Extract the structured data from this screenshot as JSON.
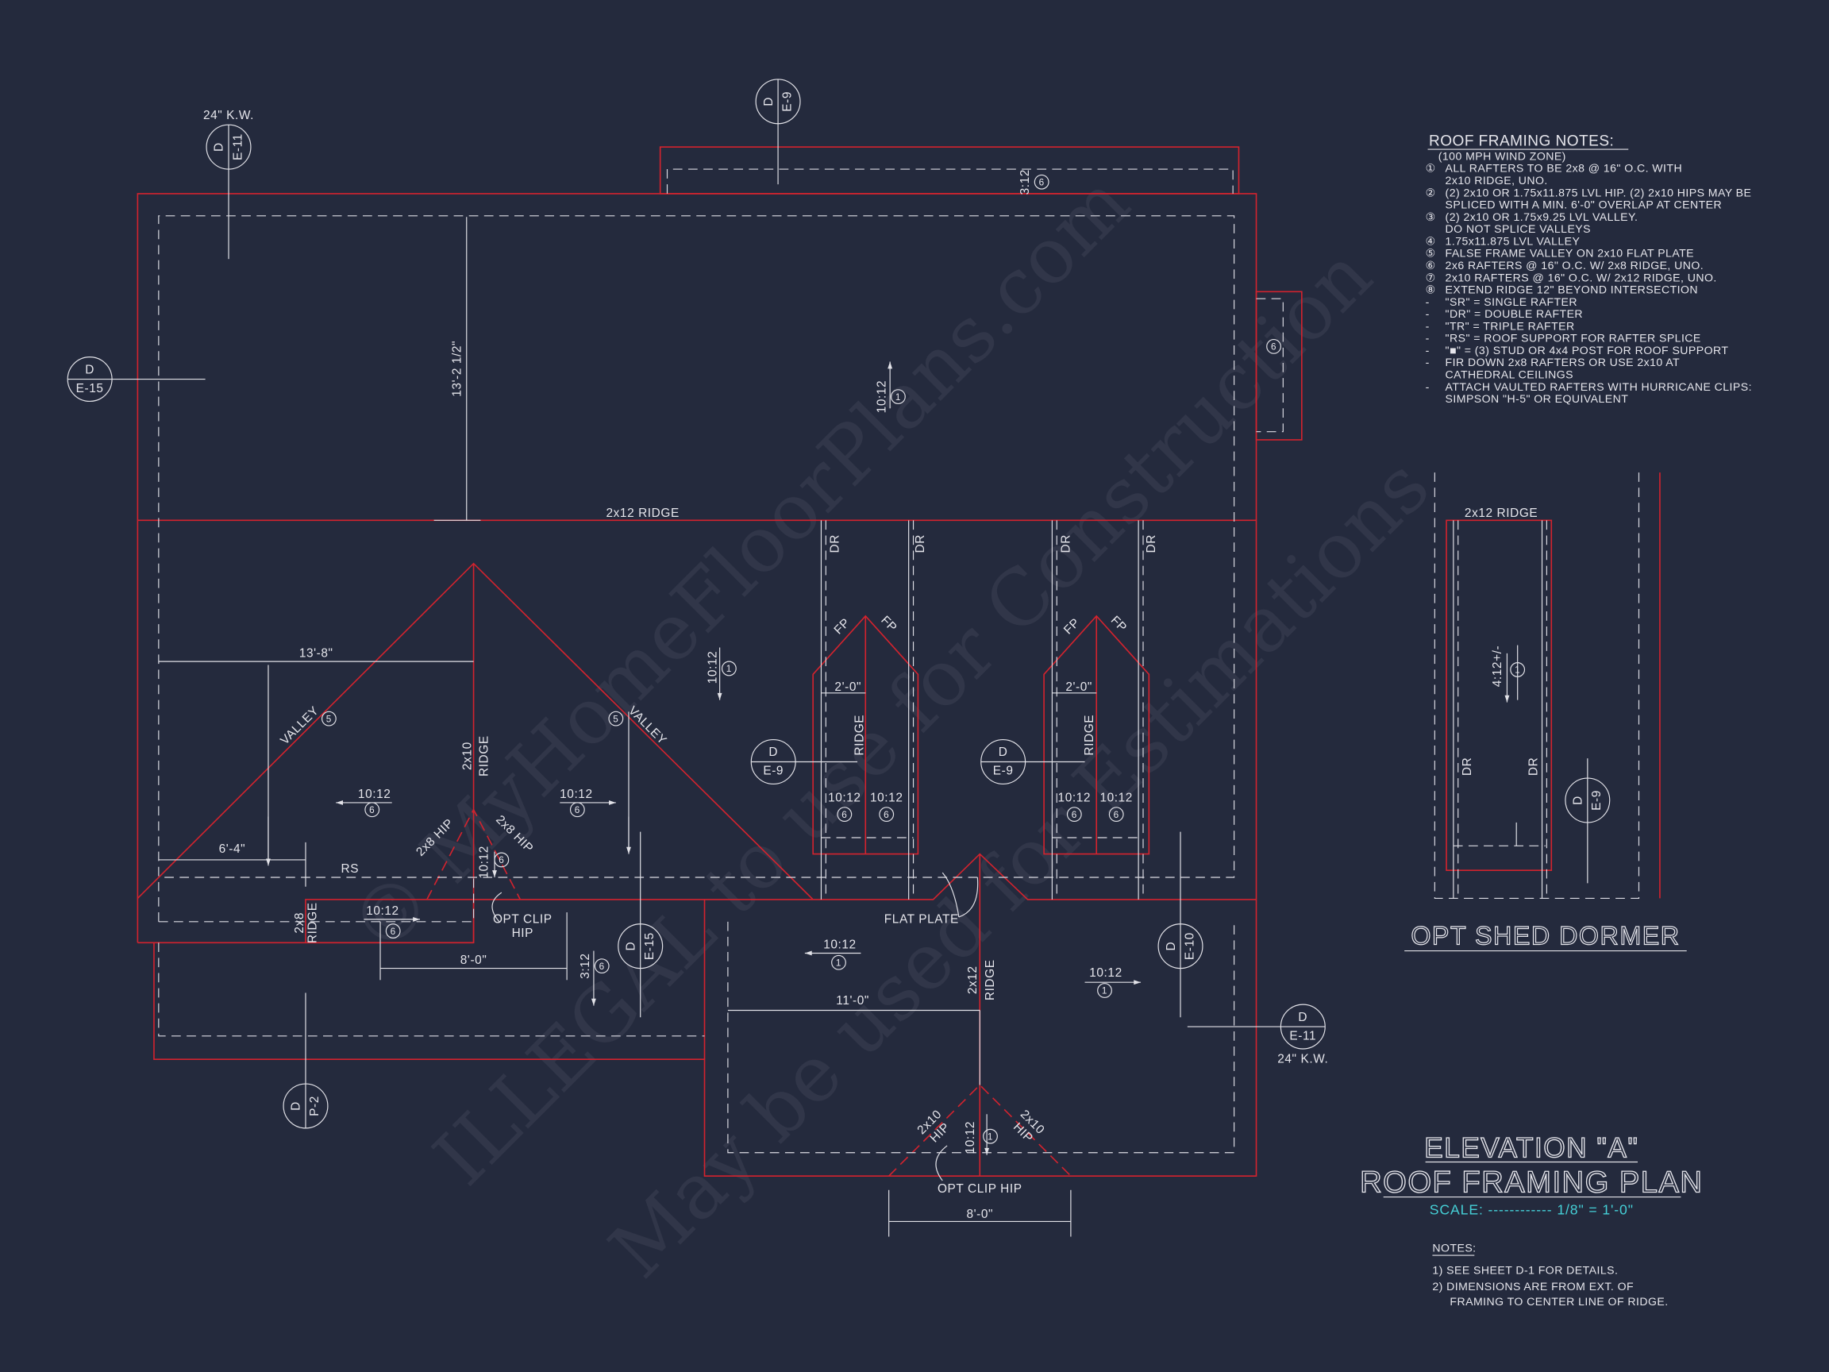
{
  "colors": {
    "background": "#242a3d",
    "roof_outline": "#d3232e",
    "linework": "#e2e2e8",
    "scale_text": "#45cfd6"
  },
  "watermark": [
    "© MyHomeFloorPlans.com",
    "ILLEGAL to use for Construction",
    "May be used for Estimations"
  ],
  "plan": {
    "labels": [
      "24\" K.W.",
      "13'-2 1/2\"",
      "2x12 RIDGE",
      "10:12",
      "3:12",
      "DR",
      "DR",
      "DR",
      "DR",
      "FP",
      "FP",
      "FP",
      "FP",
      "13'-8\"",
      "10:12",
      "VALLEY",
      "VALLEY",
      "2'-0\"",
      "2'-0\"",
      "RIDGE",
      "RIDGE",
      "2x10",
      "RIDGE",
      "10:12",
      "10:12",
      "10:12",
      "10:12",
      "10:12",
      "10:12",
      "6'-4\"",
      "RS",
      "2x8 HIP",
      "2x8 HIP",
      "10:12",
      "2x8",
      "RIDGE",
      "10:12",
      "OPT CLIP",
      "HIP",
      "8'-0\"",
      "3:12",
      "FLAT PLATE",
      "10:12",
      "11'-0\"",
      "2x12",
      "RIDGE",
      "10:12",
      "2x10",
      "HIP",
      "2x10",
      "HIP",
      "10:12",
      "OPT CLIP HIP",
      "8'-0\"",
      "24\" K.W.",
      "2x12 RIDGE",
      "4:12+/-",
      "DR",
      "DR",
      "OPT SHED DORMER"
    ],
    "note_refs": [
      "1",
      "6",
      "6",
      "1",
      "5",
      "5",
      "6",
      "6",
      "6",
      "6",
      "6",
      "6",
      "6",
      "6",
      "6",
      "1",
      "1",
      "1",
      "1"
    ],
    "section_markers": [
      {
        "top": "D",
        "bottom": "E-11"
      },
      {
        "top": "D",
        "bottom": "E-9"
      },
      {
        "top": "D",
        "bottom": "E-15"
      },
      {
        "top": "D",
        "bottom": "E-9"
      },
      {
        "top": "D",
        "bottom": "E-9"
      },
      {
        "top": "D",
        "bottom": "E-15"
      },
      {
        "top": "D",
        "bottom": "E-10"
      },
      {
        "top": "D",
        "bottom": "E-11"
      },
      {
        "top": "D",
        "bottom": "P-2"
      },
      {
        "top": "D",
        "bottom": "E-9"
      }
    ]
  },
  "roof_notes": {
    "title": "ROOF FRAMING NOTES:",
    "subtitle": "(100 MPH WIND ZONE)",
    "items": [
      {
        "marker": "①",
        "lines": [
          "ALL RAFTERS TO BE 2x8 @ 16\" O.C. WITH",
          "2x10 RIDGE, UNO."
        ]
      },
      {
        "marker": "②",
        "lines": [
          "(2) 2x10 OR 1.75x11.875 LVL HIP. (2) 2x10 HIPS MAY BE",
          "SPLICED WITH A MIN. 6'-0\" OVERLAP AT CENTER"
        ]
      },
      {
        "marker": "③",
        "lines": [
          "(2) 2x10 OR 1.75x9.25 LVL VALLEY.",
          "DO NOT SPLICE VALLEYS"
        ]
      },
      {
        "marker": "④",
        "lines": [
          "1.75x11.875 LVL VALLEY"
        ]
      },
      {
        "marker": "⑤",
        "lines": [
          "FALSE FRAME VALLEY ON 2x10 FLAT PLATE"
        ]
      },
      {
        "marker": "⑥",
        "lines": [
          "2x6 RAFTERS @ 16\" O.C. W/ 2x8 RIDGE, UNO."
        ]
      },
      {
        "marker": "⑦",
        "lines": [
          "2x10 RAFTERS @ 16\" O.C. W/ 2x12 RIDGE, UNO."
        ]
      },
      {
        "marker": "⑧",
        "lines": [
          "EXTEND RIDGE 12\" BEYOND INTERSECTION"
        ]
      },
      {
        "marker": "-",
        "lines": [
          "\"SR\" = SINGLE RAFTER"
        ]
      },
      {
        "marker": "-",
        "lines": [
          "\"DR\" = DOUBLE RAFTER"
        ]
      },
      {
        "marker": "-",
        "lines": [
          "\"TR\" = TRIPLE RAFTER"
        ]
      },
      {
        "marker": "-",
        "lines": [
          "\"RS\" = ROOF SUPPORT FOR RAFTER SPLICE"
        ]
      },
      {
        "marker": "-",
        "lines": [
          "\"■\"  = (3) STUD OR 4x4 POST FOR ROOF SUPPORT"
        ]
      },
      {
        "marker": "-",
        "lines": [
          "FIR DOWN 2x8 RAFTERS OR USE 2x10 AT",
          "CATHEDRAL CEILINGS"
        ]
      },
      {
        "marker": "-",
        "lines": [
          "ATTACH VAULTED RAFTERS WITH HURRICANE CLIPS:",
          "SIMPSON \"H-5\" OR EQUIVALENT"
        ]
      }
    ]
  },
  "title_block": {
    "line1": "ELEVATION \"A\"",
    "line2": "ROOF FRAMING PLAN",
    "scale": "SCALE: ------------ 1/8\" = 1'-0\"",
    "notes_title": "NOTES:",
    "notes": [
      "1)  SEE SHEET D-1 FOR DETAILS.",
      "2)  DIMENSIONS ARE FROM EXT. OF",
      "FRAMING TO CENTER LINE OF RIDGE."
    ]
  }
}
